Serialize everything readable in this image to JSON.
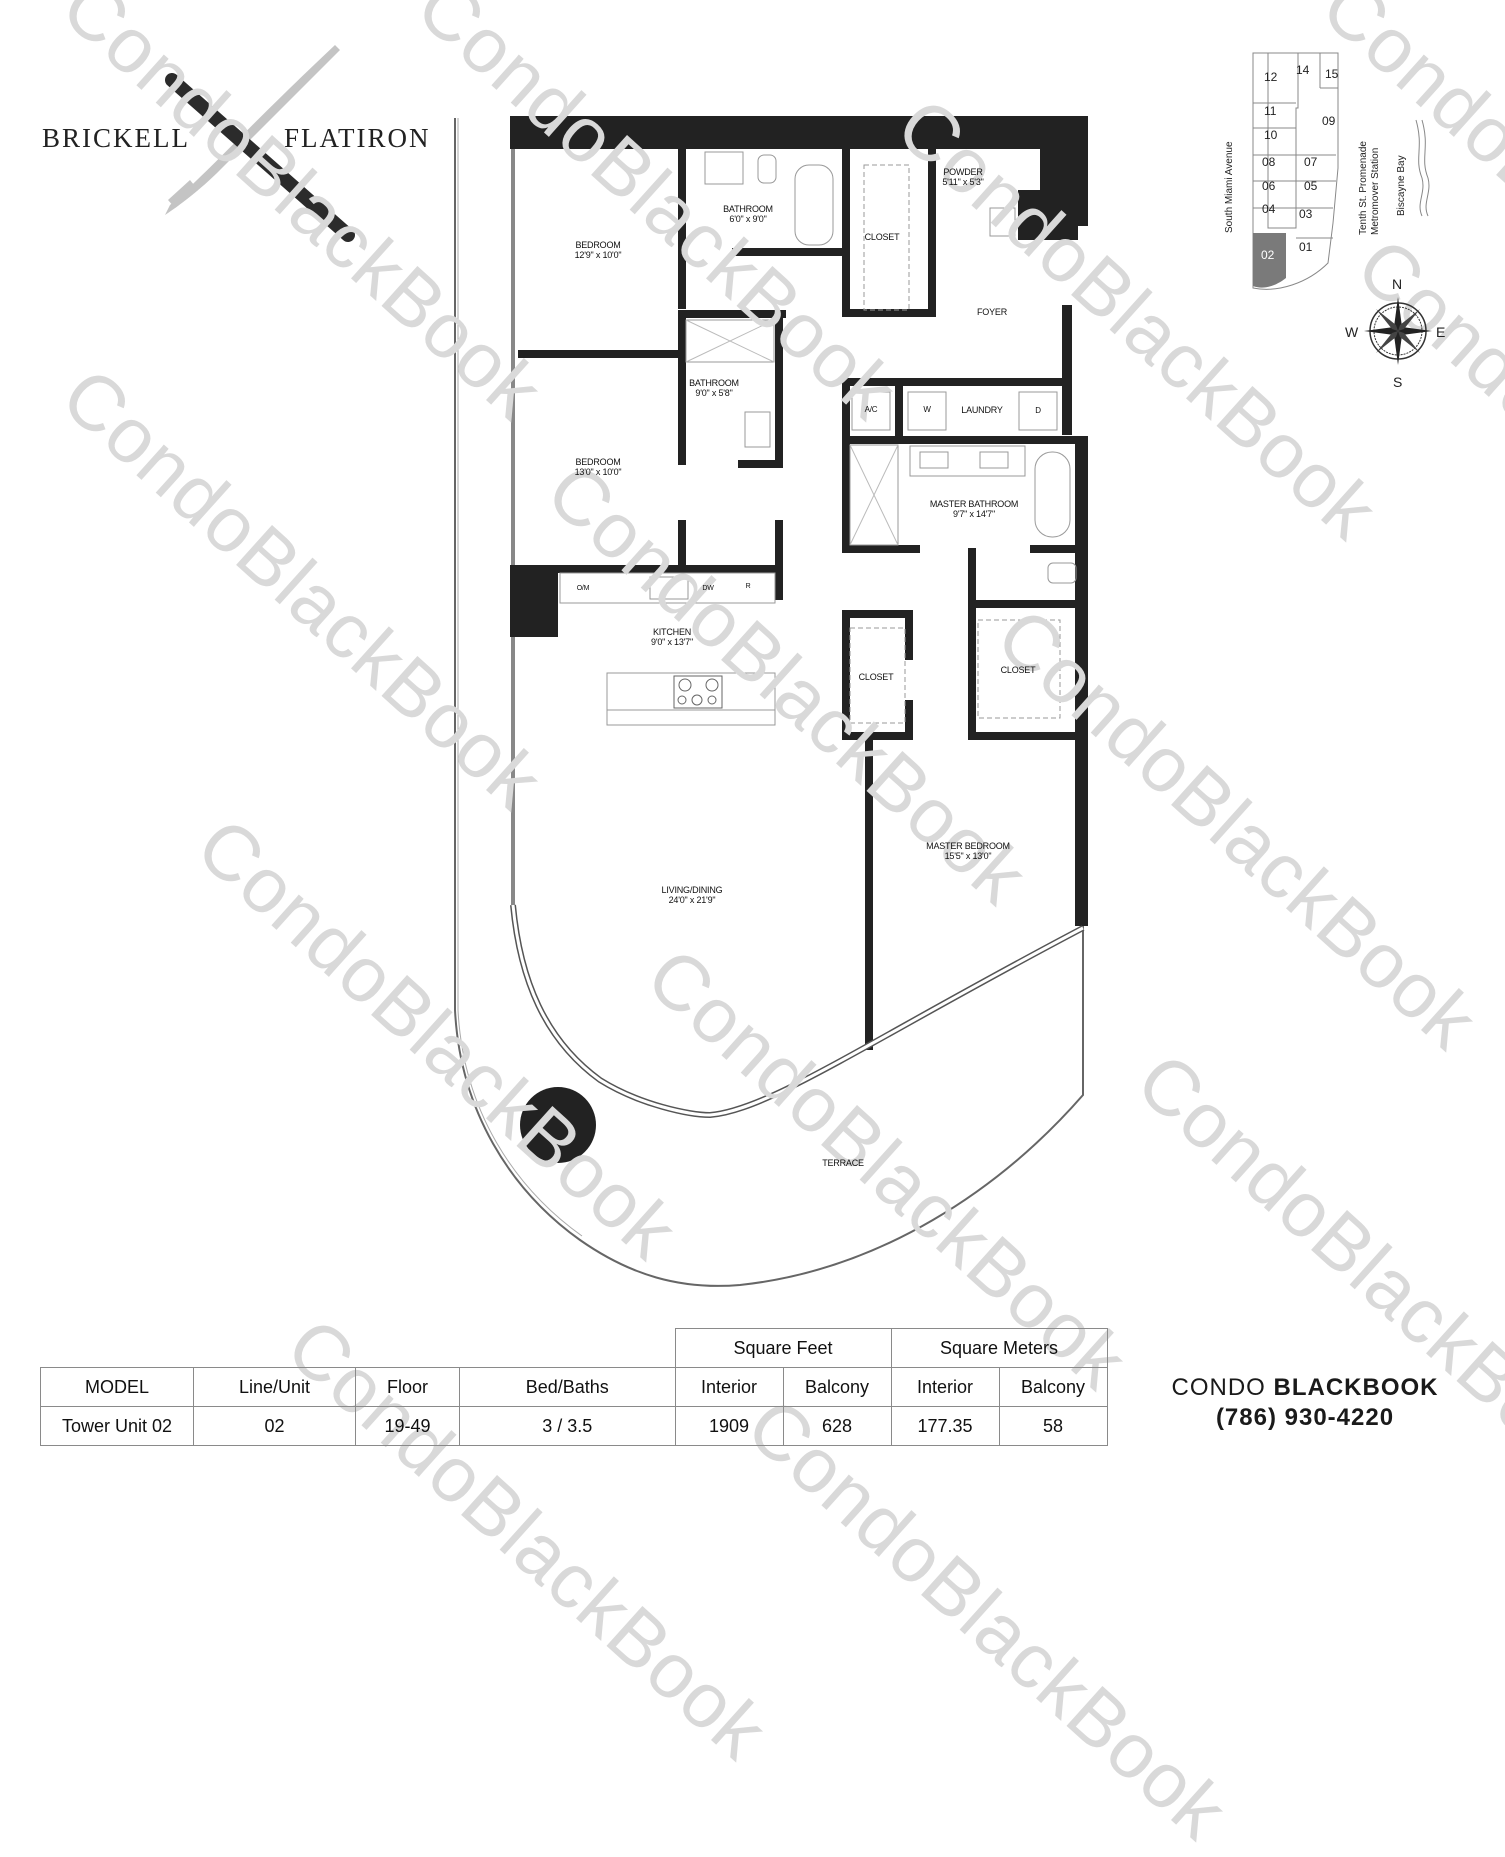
{
  "logo": {
    "left_word": "BRICKELL",
    "right_word": "FLATIRON"
  },
  "watermark": "CondoBlackBook",
  "floorplan": {
    "rooms": [
      {
        "id": "bedroom-1",
        "name": "BEDROOM",
        "dims": "12'9\" x 10'0\""
      },
      {
        "id": "bathroom-1",
        "name": "BATHROOM",
        "dims": "6'0\" x 9'0\""
      },
      {
        "id": "closet-1",
        "name": "CLOSET",
        "dims": ""
      },
      {
        "id": "powder",
        "name": "POWDER",
        "dims": "5'11\" x 5'3\""
      },
      {
        "id": "foyer",
        "name": "FOYER",
        "dims": ""
      },
      {
        "id": "bathroom-2",
        "name": "BATHROOM",
        "dims": "9'0\" x 5'8\""
      },
      {
        "id": "bedroom-2",
        "name": "BEDROOM",
        "dims": "13'0\" x 10'0\""
      },
      {
        "id": "laundry",
        "name": "LAUNDRY",
        "dims": ""
      },
      {
        "id": "master-bathroom",
        "name": "MASTER BATHROOM",
        "dims": "9'7\" x 14'7\""
      },
      {
        "id": "kitchen",
        "name": "KITCHEN",
        "dims": "9'0\" x 13'7\""
      },
      {
        "id": "closet-2",
        "name": "CLOSET",
        "dims": ""
      },
      {
        "id": "closet-3",
        "name": "CLOSET",
        "dims": ""
      },
      {
        "id": "master-bedroom",
        "name": "MASTER BEDROOM",
        "dims": "15'5\" x 13'0\""
      },
      {
        "id": "living-dining",
        "name": "LIVING/DINING",
        "dims": "24'0\" x 21'9\""
      },
      {
        "id": "terrace",
        "name": "TERRACE",
        "dims": ""
      }
    ],
    "appliances": {
      "ac": "A/C",
      "washer": "W",
      "dryer": "D",
      "oven_microwave": "O/M",
      "dishwasher": "DW",
      "refrigerator": "R"
    }
  },
  "keyplan": {
    "units": [
      "12",
      "14",
      "15",
      "11",
      "10",
      "09",
      "08",
      "07",
      "06",
      "05",
      "04",
      "03",
      "02",
      "01"
    ],
    "highlighted_unit": "02",
    "highlight_color": "#7a7a7a",
    "street_west": "South Miami Avenue",
    "street_east_1": "Tenth St. Promenade",
    "street_east_2": "Metromover Station",
    "water": "Biscayne Bay"
  },
  "compass": {
    "n": "N",
    "s": "S",
    "e": "E",
    "w": "W"
  },
  "spec_table": {
    "group_headers": {
      "sqft": "Square Feet",
      "sqm": "Square Meters"
    },
    "headers": [
      "MODEL",
      "Line/Unit",
      "Floor",
      "Bed/Baths",
      "Interior",
      "Balcony",
      "Interior",
      "Balcony"
    ],
    "row": [
      "Tower Unit 02",
      "02",
      "19-49",
      "3 / 3.5",
      "1909",
      "628",
      "177.35",
      "58"
    ]
  },
  "brand": {
    "name_light": "CONDO ",
    "name_bold": "BLACKBOOK",
    "phone": "(786) 930-4220"
  }
}
